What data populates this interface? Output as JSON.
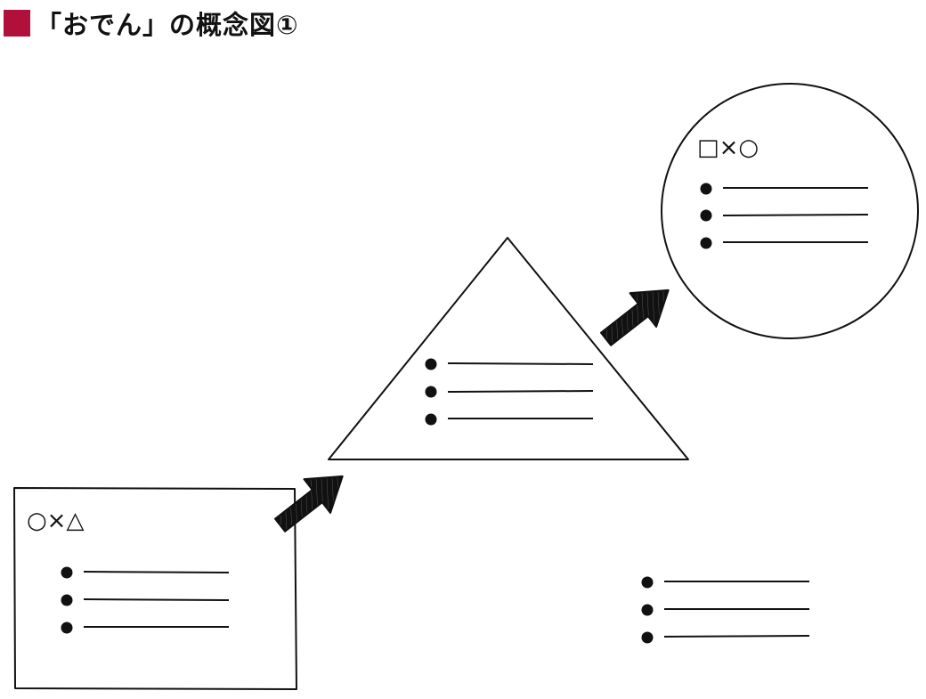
{
  "title": {
    "text": "「おでん」の概念図①",
    "marker_color": "#b0103a"
  },
  "diagram": {
    "ink_color": "#111111",
    "rectangle_node": {
      "symbols": "○×△",
      "bullet_count": 3
    },
    "triangle_node": {
      "bullet_count": 3
    },
    "circle_node": {
      "symbols": "□×○",
      "bullet_count": 3
    },
    "standalone_list": {
      "bullet_count": 3
    },
    "arrows": [
      {
        "from": "rectangle_node",
        "to": "triangle_node",
        "icon": "arrow-icon"
      },
      {
        "from": "triangle_node",
        "to": "circle_node",
        "icon": "arrow-icon"
      }
    ]
  }
}
